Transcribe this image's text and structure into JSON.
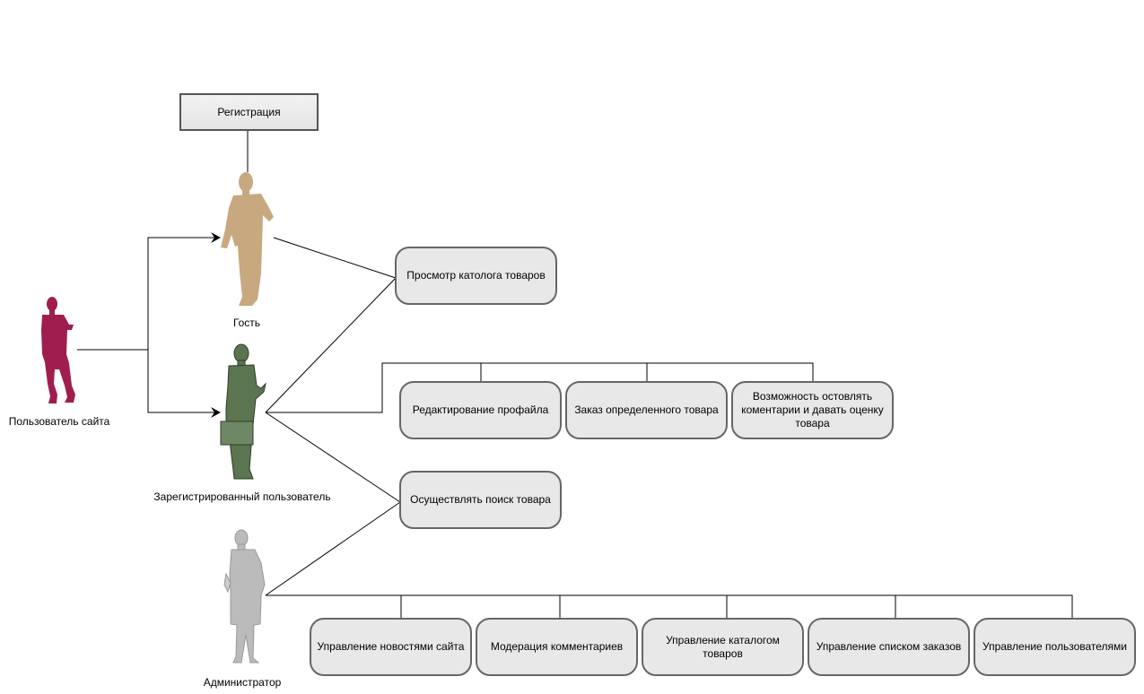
{
  "actors": {
    "site_user": {
      "label": "Пользователь сайта",
      "color": "#A01E4E"
    },
    "guest": {
      "label": "Гость",
      "color": "#C8A87E"
    },
    "registered": {
      "label": "Зарегистрированный пользователь",
      "color": "#5B7550"
    },
    "admin": {
      "label": "Администратор",
      "color": "#BBBBBB"
    }
  },
  "boxes": {
    "registration": "Регистрация",
    "catalog_view": "Просмотр католога товаров",
    "profile_edit": "Редактирование профайла",
    "order_item": "Заказ определенного товара",
    "comments_rating": "Возможность остовлять коментарии и давать оценку товара",
    "search": "Осуществлять поиск товара",
    "news_mgmt": "Управление новостями сайта",
    "comment_moderation": "Модерация комментариев",
    "catalog_mgmt": "Управление каталогом товаров",
    "orders_mgmt": "Управление списком заказов",
    "users_mgmt": "Управление пользователями"
  }
}
